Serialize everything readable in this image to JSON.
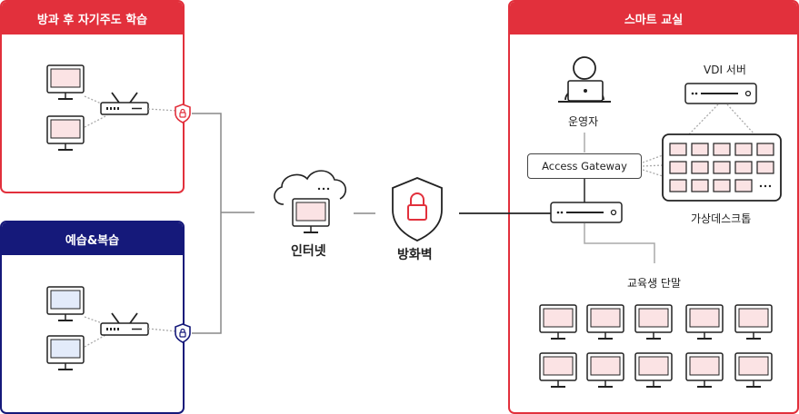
{
  "panels": {
    "self_study": "방과 후 자기주도 학습",
    "review": "예습&복습",
    "smart_classroom": "스마트 교실"
  },
  "nodes": {
    "internet": "인터넷",
    "firewall": "방화벽",
    "operator": "운영자",
    "vdi_server": "VDI 서버",
    "access_gateway": "Access Gateway",
    "virtual_desktop": "가상데스크톱",
    "student_terminals": "교육생 단말"
  },
  "colors": {
    "red": "#e2303c",
    "navy": "#15197a",
    "screen_pink": "#fbe3e4",
    "screen_blue": "#e3ebfa"
  }
}
